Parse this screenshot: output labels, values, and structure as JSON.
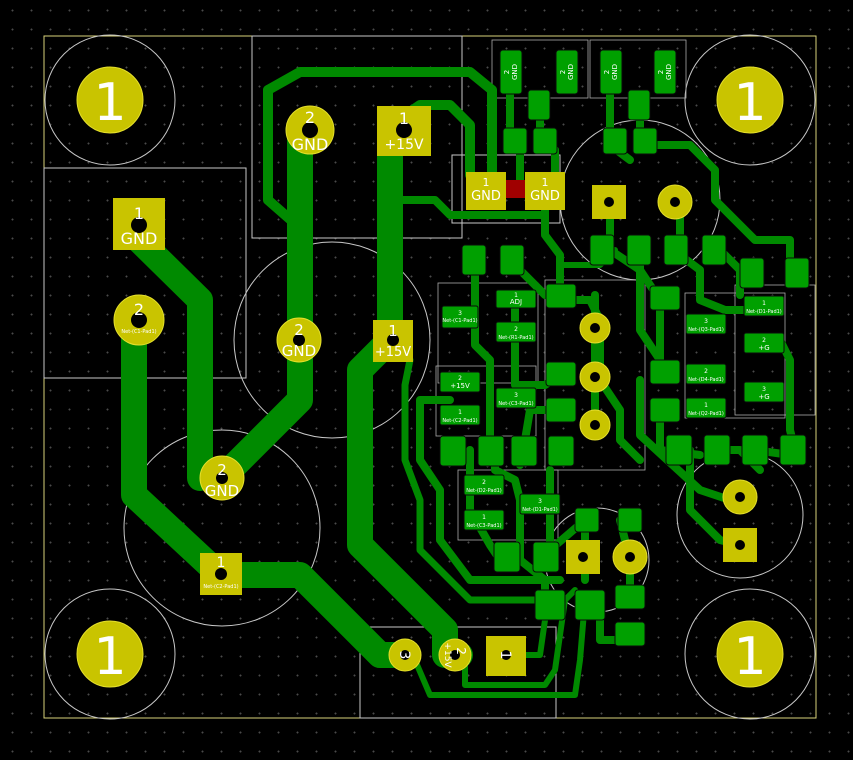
{
  "mounting_holes": [
    {
      "pad": "1"
    },
    {
      "pad": "1"
    },
    {
      "pad": "1"
    },
    {
      "pad": "1"
    }
  ],
  "pads": {
    "j1_gnd": {
      "num": "2",
      "net": "GND"
    },
    "j1_15v": {
      "num": "1",
      "net": "+15V"
    },
    "c1_gnd": {
      "num": "2",
      "net": "GND"
    },
    "c1_15v": {
      "num": "1",
      "net": "+15V"
    },
    "j2_gnd": {
      "num": "1",
      "net": "GND"
    },
    "j2_p2": {
      "num": "2",
      "net": "Net-(C1-Pad1)"
    },
    "c2_gnd": {
      "num": "2",
      "net": "GND"
    },
    "c2_p1": {
      "num": "1",
      "net": "Net-(C2-Pad1)"
    },
    "sw_gnd_l": {
      "num": "1",
      "net": "GND"
    },
    "sw_gnd_r": {
      "num": "1",
      "net": "GND"
    },
    "top_gnd_1": {
      "num": "2",
      "net": "GND"
    },
    "top_gnd_2": {
      "num": "2",
      "net": "GND"
    },
    "top_gnd_3": {
      "num": "2",
      "net": "GND"
    },
    "top_gnd_4": {
      "num": "2",
      "net": "GND"
    },
    "reg_3": {
      "num": "3"
    },
    "reg_2": {
      "num": "2",
      "net": "+15V"
    },
    "reg_1": {
      "num": "1"
    }
  },
  "smd_labels": {
    "u1_adj": {
      "num": "1",
      "net": "ADJ"
    },
    "u1_3": {
      "num": "3",
      "net": "Net-(C1-Pad1)"
    },
    "u1_2": {
      "num": "2",
      "net": "Net-(R1-Pad1)"
    },
    "u2_2": {
      "num": "2",
      "net": "+15V"
    },
    "u2_1": {
      "num": "1",
      "net": "Net-(C2-Pad1)"
    },
    "u2_3": {
      "num": "3",
      "net": "Net-(C3-Pad1)"
    },
    "u3_2": {
      "num": "2",
      "net": "Net-(D2-Pad1)"
    },
    "u3_1": {
      "num": "1",
      "net": "Net-(C3-Pad1)"
    },
    "u3_3": {
      "num": "3",
      "net": "Net-(D1-Pad1)"
    },
    "u4_3": {
      "num": "3",
      "net": "Net-(Q3-Pad1)"
    },
    "u4_2": {
      "num": "2",
      "net": "Net-(D4-Pad1)"
    },
    "u4_1": {
      "num": "1",
      "net": "Net-(Q2-Pad1)"
    },
    "u5_1": {
      "num": "1",
      "net": "Net-(D1-Pad1)"
    },
    "u5_2": {
      "num": "2",
      "net": "+G"
    },
    "u5_3": {
      "num": "3",
      "net": "+G"
    }
  },
  "colors": {
    "copper": "#008a00",
    "pad": "#c9c400",
    "smd_pad": "#00a000",
    "edge_cuts": "#d8d27a",
    "silkscreen": "#c8c8c8",
    "background": "#000000"
  }
}
